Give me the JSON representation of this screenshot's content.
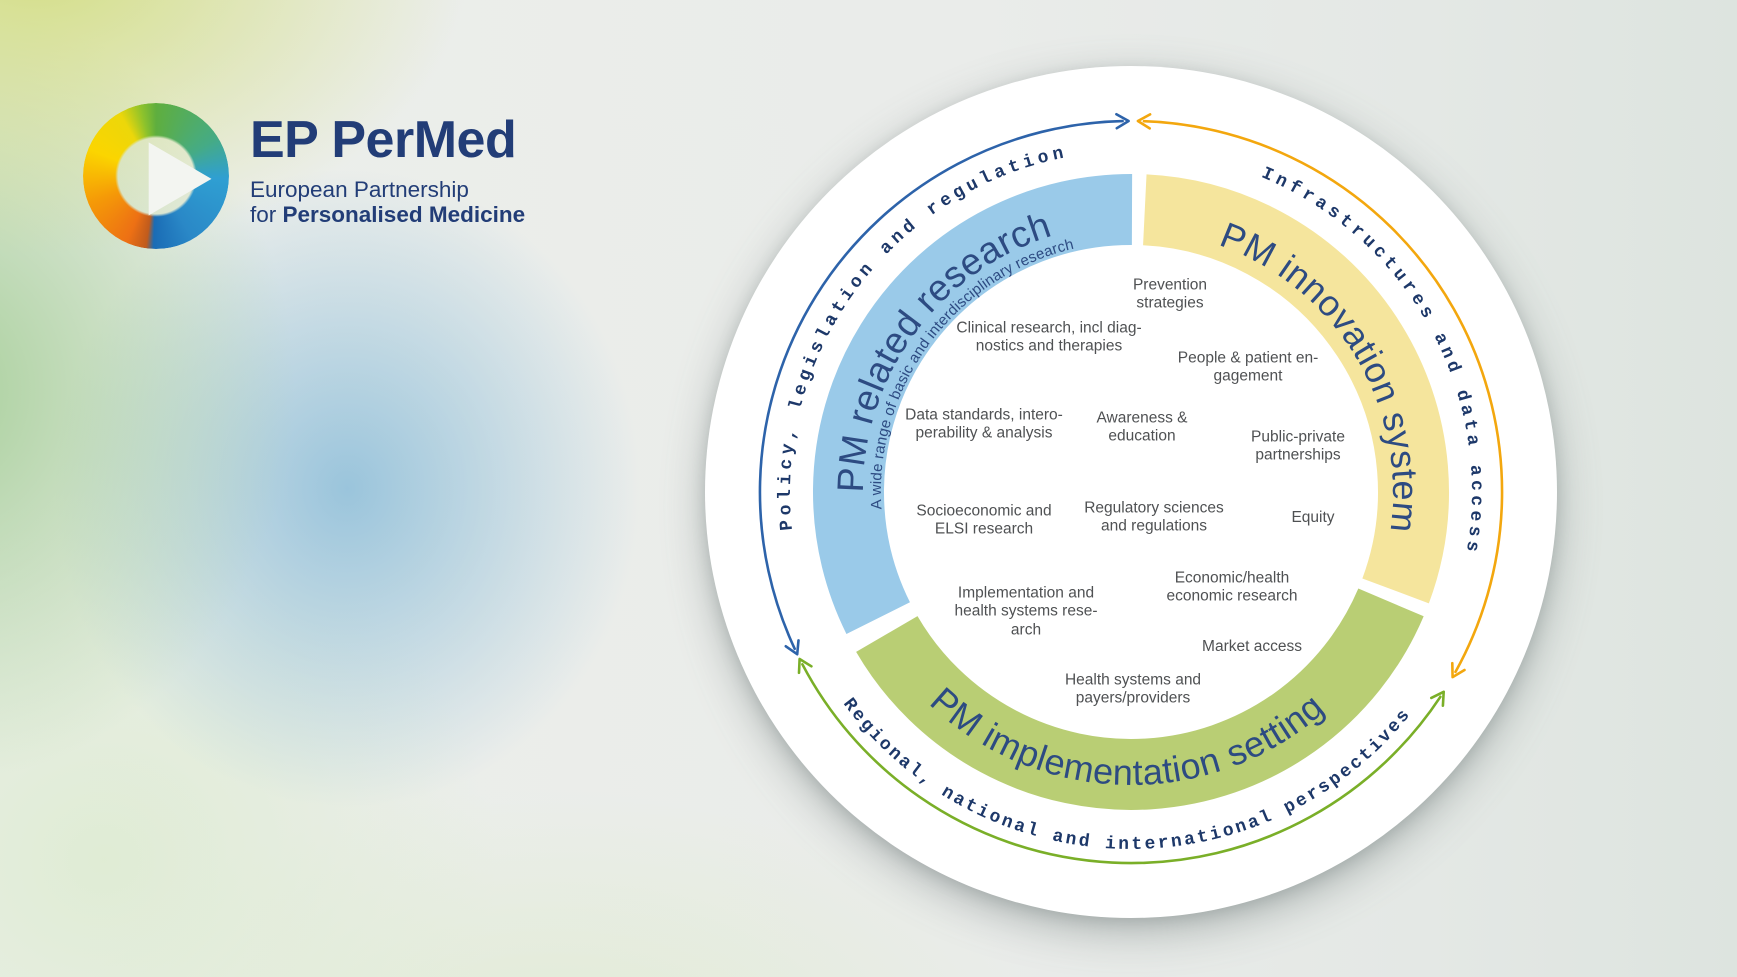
{
  "logo": {
    "icon": "swirl-play-logo",
    "title": "EP PerMed",
    "subtitle_line1": "European Partnership",
    "subtitle_line2_prefix": "for ",
    "subtitle_line2_bold": "Personalised Medicine"
  },
  "diagram": {
    "outer_arcs": [
      {
        "label": "Policy, legislation and regulation",
        "color": "#2d63aa"
      },
      {
        "label": "Infrastructures and data access",
        "color": "#f3a70e"
      },
      {
        "label": "Regional, national and international perspectives",
        "color": "#7aaf28"
      }
    ],
    "segments": [
      {
        "title": "PM related research",
        "subtitle": "A wide range of basic and interdisciplinary research",
        "color": "#9acae9"
      },
      {
        "title": "PM innovation system",
        "color": "#f5e59d"
      },
      {
        "title": "PM implementation setting",
        "color": "#b9ce74"
      }
    ],
    "items": [
      {
        "text": "Prevention\nstrategies"
      },
      {
        "text": "Clinical research, incl diag-\nnostics and therapies"
      },
      {
        "text": "People & patient en-\ngagement"
      },
      {
        "text": "Data standards, intero-\nperability & analysis"
      },
      {
        "text": "Awareness &\neducation"
      },
      {
        "text": "Public-private\npartnerships"
      },
      {
        "text": "Socioeconomic and\nELSI research"
      },
      {
        "text": "Regulatory sciences\nand regulations"
      },
      {
        "text": "Equity"
      },
      {
        "text": "Economic/health\neconomic research"
      },
      {
        "text": "Implementation and\nhealth systems rese-\narch"
      },
      {
        "text": "Market access"
      },
      {
        "text": "Health systems and\npayers/providers"
      }
    ],
    "colors": {
      "title_text": "#2d4b82",
      "outer_text": "#1d3869",
      "item_text": "#4f5153"
    }
  }
}
